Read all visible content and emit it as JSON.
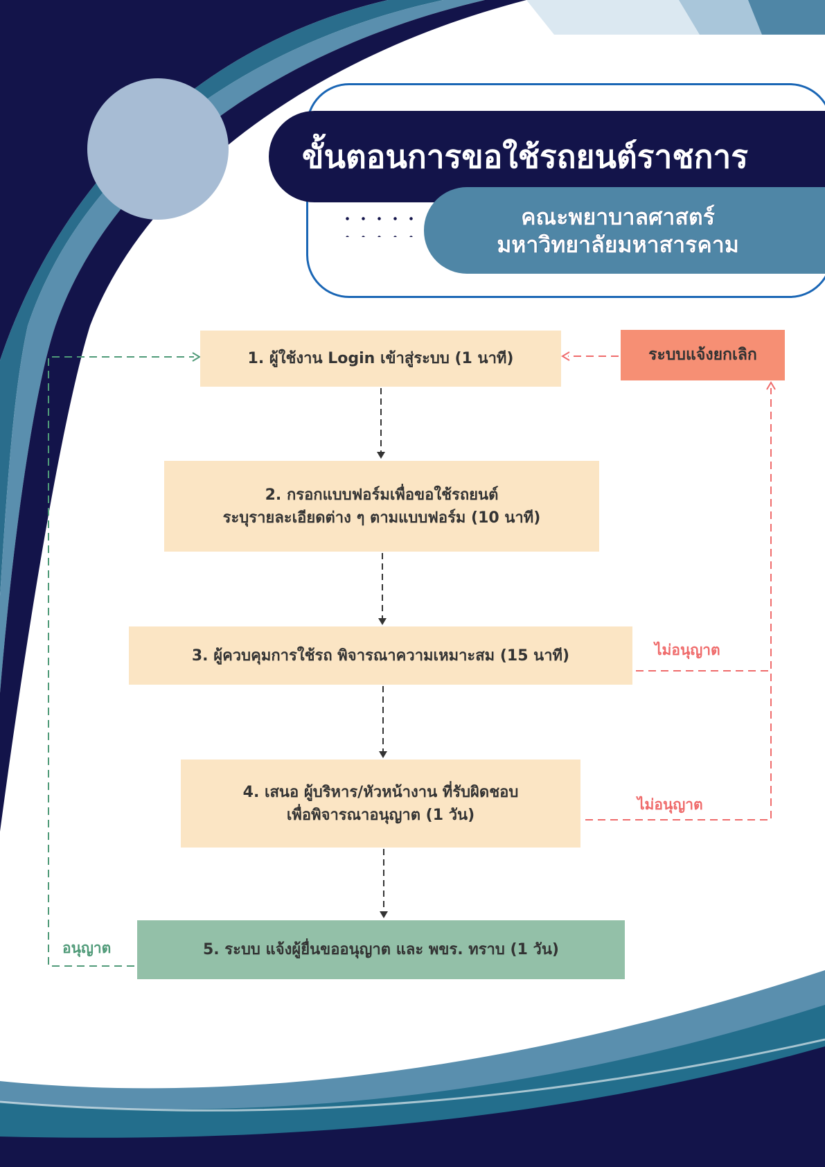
{
  "header": {
    "title": "ขั้นตอนการขอใช้รถยนต์ราชการ",
    "subtitle_line1": "คณะพยาบาลศาสตร์",
    "subtitle_line2": "มหาวิทยาลัยมหาสารคาม"
  },
  "steps": [
    {
      "line1": "1. ผู้ใช้งาน Login เข้าสู่ระบบ (1 นาที)"
    },
    {
      "line1": "2. กรอกแบบฟอร์มเพื่อขอใช้รถยนต์",
      "line2": "ระบุรายละเอียดต่าง ๆ ตามแบบฟอร์ม (10 นาที)"
    },
    {
      "line1": "3. ผู้ควบคุมการใช้รถ พิจารณาความเหมาะสม (15 นาที)"
    },
    {
      "line1": "4. เสนอ ผู้บริหาร/หัวหน้างาน ที่รับผิดชอบ",
      "line2": "เพื่อพิจารณาอนุญาต (1 วัน)"
    },
    {
      "line1": "5. ระบบ แจ้งผู้ยื่นขออนุญาต และ พขร. ทราบ (1 วัน)"
    }
  ],
  "cancel_box": "ระบบแจ้งยกเลิก",
  "labels": {
    "not_approved_1": "ไม่อนุญาต",
    "not_approved_2": "ไม่อนุญาต",
    "approved": "อนุญาต"
  },
  "colors": {
    "navy": "#13144a",
    "teal": "#4f86a6",
    "step_fill": "#fbe5c4",
    "final_fill": "#93c0a8",
    "cancel_fill": "#f68f74",
    "reject_line": "#ef6b6b",
    "approve_line": "#4f9a78"
  }
}
